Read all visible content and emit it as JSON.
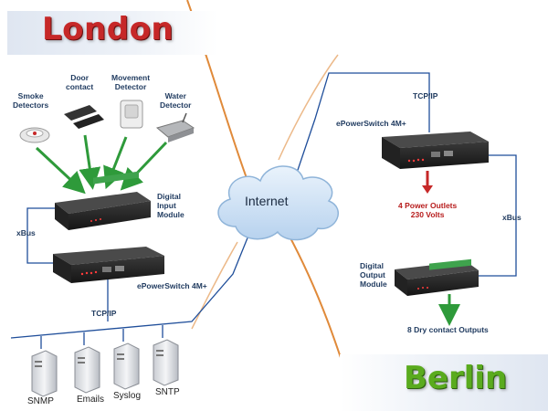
{
  "locations": {
    "london": "London",
    "berlin": "Berlin"
  },
  "sensors": {
    "smoke": "Smoke\nDetectors",
    "door": "Door\ncontact",
    "movement": "Movement\nDetector",
    "water": "Water\nDetector"
  },
  "london": {
    "digital_input": "Digital\nInput\nModule",
    "xbus": "xBus",
    "epower": "ePowerSwitch 4M+",
    "tcpip": "TCP/IP",
    "servers": [
      "SNMP",
      "Emails",
      "Syslog",
      "SNTP"
    ]
  },
  "internet": "Internet",
  "berlin": {
    "tcpip": "TCP/IP",
    "epower": "ePowerSwitch 4M+",
    "outlets_line1": "4 Power Outlets",
    "outlets_line2": "230 Volts",
    "xbus": "xBus",
    "digital_output": "Digital\nOutput\nModule",
    "dry_contacts": "8 Dry contact Outputs"
  },
  "colors": {
    "london_title": "#c62828",
    "berlin_title": "#5aab1e",
    "link": "#1f4e9a",
    "arrow_green": "#2e9a3a",
    "arrow_red": "#c62828",
    "cloud": "#c9def2"
  }
}
